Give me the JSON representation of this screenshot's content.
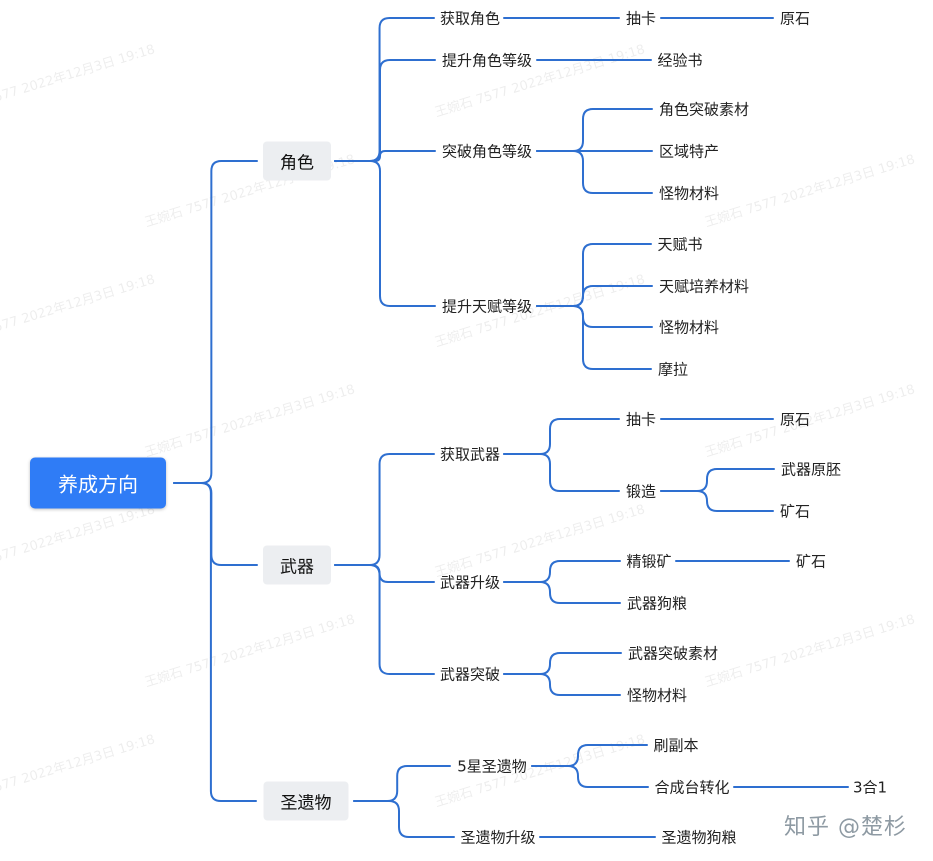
{
  "watermark_text": "王婉石 7577 2022年12月3日 19:18",
  "brand": "知乎 @楚杉",
  "colors": {
    "root_bg": "#2f7cf6",
    "branch_bg": "#eceef1",
    "line": "#2e6fd0"
  },
  "nodes": [
    {
      "id": "root",
      "label": "养成方向",
      "type": "root"
    },
    {
      "id": "juese",
      "label": "角色",
      "type": "branch"
    },
    {
      "id": "wuqi",
      "label": "武器",
      "type": "branch"
    },
    {
      "id": "shengyiwu",
      "label": "圣遗物",
      "type": "branch"
    },
    {
      "id": "c_huoqu",
      "label": "获取角色",
      "type": "leaf"
    },
    {
      "id": "c_chouka",
      "label": "抽卡",
      "type": "leaf"
    },
    {
      "id": "c_yuanshi",
      "label": "原石",
      "type": "leaf"
    },
    {
      "id": "c_tisheng",
      "label": "提升角色等级",
      "type": "leaf"
    },
    {
      "id": "c_jingyan",
      "label": "经验书",
      "type": "leaf"
    },
    {
      "id": "c_tupo",
      "label": "突破角色等级",
      "type": "leaf"
    },
    {
      "id": "c_tupo_sucai",
      "label": "角色突破素材",
      "type": "leaf"
    },
    {
      "id": "c_quyu",
      "label": "区域特产",
      "type": "leaf"
    },
    {
      "id": "c_guaiwu1",
      "label": "怪物材料",
      "type": "leaf"
    },
    {
      "id": "c_tianfu",
      "label": "提升天赋等级",
      "type": "leaf"
    },
    {
      "id": "c_tianfushu",
      "label": "天赋书",
      "type": "leaf"
    },
    {
      "id": "c_tianfu_peiyang",
      "label": "天赋培养材料",
      "type": "leaf"
    },
    {
      "id": "c_guaiwu2",
      "label": "怪物材料",
      "type": "leaf"
    },
    {
      "id": "c_mola",
      "label": "摩拉",
      "type": "leaf"
    },
    {
      "id": "w_huoqu",
      "label": "获取武器",
      "type": "leaf"
    },
    {
      "id": "w_chouka",
      "label": "抽卡",
      "type": "leaf"
    },
    {
      "id": "w_yuanshi",
      "label": "原石",
      "type": "leaf"
    },
    {
      "id": "w_duanzao",
      "label": "锻造",
      "type": "leaf"
    },
    {
      "id": "w_yuanpi",
      "label": "武器原胚",
      "type": "leaf"
    },
    {
      "id": "w_kuangshi1",
      "label": "矿石",
      "type": "leaf"
    },
    {
      "id": "w_shengji",
      "label": "武器升级",
      "type": "leaf"
    },
    {
      "id": "w_jingduan",
      "label": "精锻矿",
      "type": "leaf"
    },
    {
      "id": "w_kuangshi2",
      "label": "矿石",
      "type": "leaf"
    },
    {
      "id": "w_gouliang",
      "label": "武器狗粮",
      "type": "leaf"
    },
    {
      "id": "w_tupo",
      "label": "武器突破",
      "type": "leaf"
    },
    {
      "id": "w_tupo_sucai",
      "label": "武器突破素材",
      "type": "leaf"
    },
    {
      "id": "w_guaiwu",
      "label": "怪物材料",
      "type": "leaf"
    },
    {
      "id": "s_5xing",
      "label": "5星圣遗物",
      "type": "leaf"
    },
    {
      "id": "s_fuben",
      "label": "刷副本",
      "type": "leaf"
    },
    {
      "id": "s_hecheng",
      "label": "合成台转化",
      "type": "leaf"
    },
    {
      "id": "s_3he1",
      "label": "3合1",
      "type": "leaf"
    },
    {
      "id": "s_shengji",
      "label": "圣遗物升级",
      "type": "leaf"
    },
    {
      "id": "s_gouliang",
      "label": "圣遗物狗粮",
      "type": "leaf"
    }
  ],
  "edges": [
    [
      "root",
      "juese"
    ],
    [
      "root",
      "wuqi"
    ],
    [
      "root",
      "shengyiwu"
    ],
    [
      "juese",
      "c_huoqu"
    ],
    [
      "juese",
      "c_tisheng"
    ],
    [
      "juese",
      "c_tupo"
    ],
    [
      "juese",
      "c_tianfu"
    ],
    [
      "c_huoqu",
      "c_chouka"
    ],
    [
      "c_chouka",
      "c_yuanshi"
    ],
    [
      "c_tisheng",
      "c_jingyan"
    ],
    [
      "c_tupo",
      "c_tupo_sucai"
    ],
    [
      "c_tupo",
      "c_quyu"
    ],
    [
      "c_tupo",
      "c_guaiwu1"
    ],
    [
      "c_tianfu",
      "c_tianfushu"
    ],
    [
      "c_tianfu",
      "c_tianfu_peiyang"
    ],
    [
      "c_tianfu",
      "c_guaiwu2"
    ],
    [
      "c_tianfu",
      "c_mola"
    ],
    [
      "wuqi",
      "w_huoqu"
    ],
    [
      "wuqi",
      "w_shengji"
    ],
    [
      "wuqi",
      "w_tupo"
    ],
    [
      "w_huoqu",
      "w_chouka"
    ],
    [
      "w_huoqu",
      "w_duanzao"
    ],
    [
      "w_chouka",
      "w_yuanshi"
    ],
    [
      "w_duanzao",
      "w_yuanpi"
    ],
    [
      "w_duanzao",
      "w_kuangshi1"
    ],
    [
      "w_shengji",
      "w_jingduan"
    ],
    [
      "w_shengji",
      "w_gouliang"
    ],
    [
      "w_jingduan",
      "w_kuangshi2"
    ],
    [
      "w_tupo",
      "w_tupo_sucai"
    ],
    [
      "w_tupo",
      "w_guaiwu"
    ],
    [
      "shengyiwu",
      "s_5xing"
    ],
    [
      "shengyiwu",
      "s_shengji"
    ],
    [
      "s_5xing",
      "s_fuben"
    ],
    [
      "s_5xing",
      "s_hecheng"
    ],
    [
      "s_hecheng",
      "s_3he1"
    ],
    [
      "s_shengji",
      "s_gouliang"
    ]
  ]
}
